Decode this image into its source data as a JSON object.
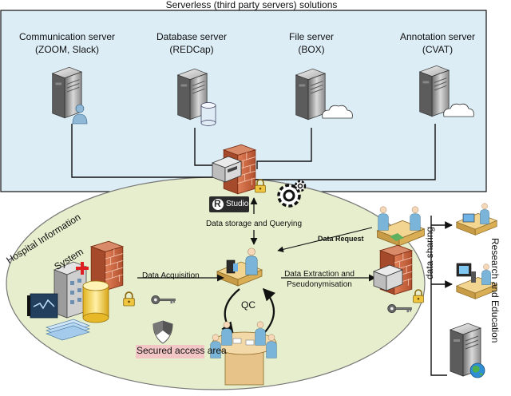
{
  "top_panel": {
    "title": "Serverless (third party servers) solutions",
    "servers": [
      {
        "name": "Communication server",
        "detail": "(ZOOM, Slack)"
      },
      {
        "name": "Database server",
        "detail": "(REDCap)"
      },
      {
        "name": "File server",
        "detail": "(BOX)"
      },
      {
        "name": "Annotation server",
        "detail": "(CVAT)"
      }
    ]
  },
  "rstudio": {
    "badge": "R",
    "label": "Studio"
  },
  "labels": {
    "data_storage": "Data storage and Querying",
    "data_request": "Data Request",
    "data_acquisition": "Data Acquisition",
    "qc": "QC",
    "extraction_line1": "Data Extraction and",
    "extraction_line2": "Pseudonymisation",
    "data_sharing": "data sharing",
    "research": "Research and Education",
    "hospital_line1": "Hospital Information",
    "hospital_line2": "System",
    "secured": "Secured access area"
  },
  "colors": {
    "top_panel_fill": "#dcedf6",
    "ellipse_fill": "#e6eecd",
    "firewall": "#c8643e",
    "secured_highlight": "#f3c6c6"
  }
}
